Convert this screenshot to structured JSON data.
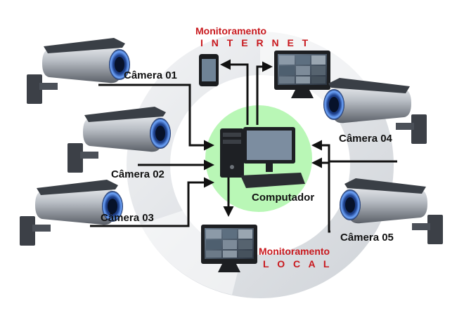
{
  "labels": {
    "camera_01": "Câmera 01",
    "camera_02": "Câmera 02",
    "camera_03": "Câmera 03",
    "camera_04": "Câmera 04",
    "camera_05": "Câmera 05",
    "computer": "Computador",
    "internet_title": "Monitoramento",
    "internet_sub": "I N T E R N E T",
    "local_title": "Monitoramento",
    "local_sub": "L O C A L"
  },
  "colors": {
    "accent_red": "#c8191e",
    "center_circle": "#b9f7b6",
    "ring": "#e7e9ec",
    "line": "#111111"
  }
}
